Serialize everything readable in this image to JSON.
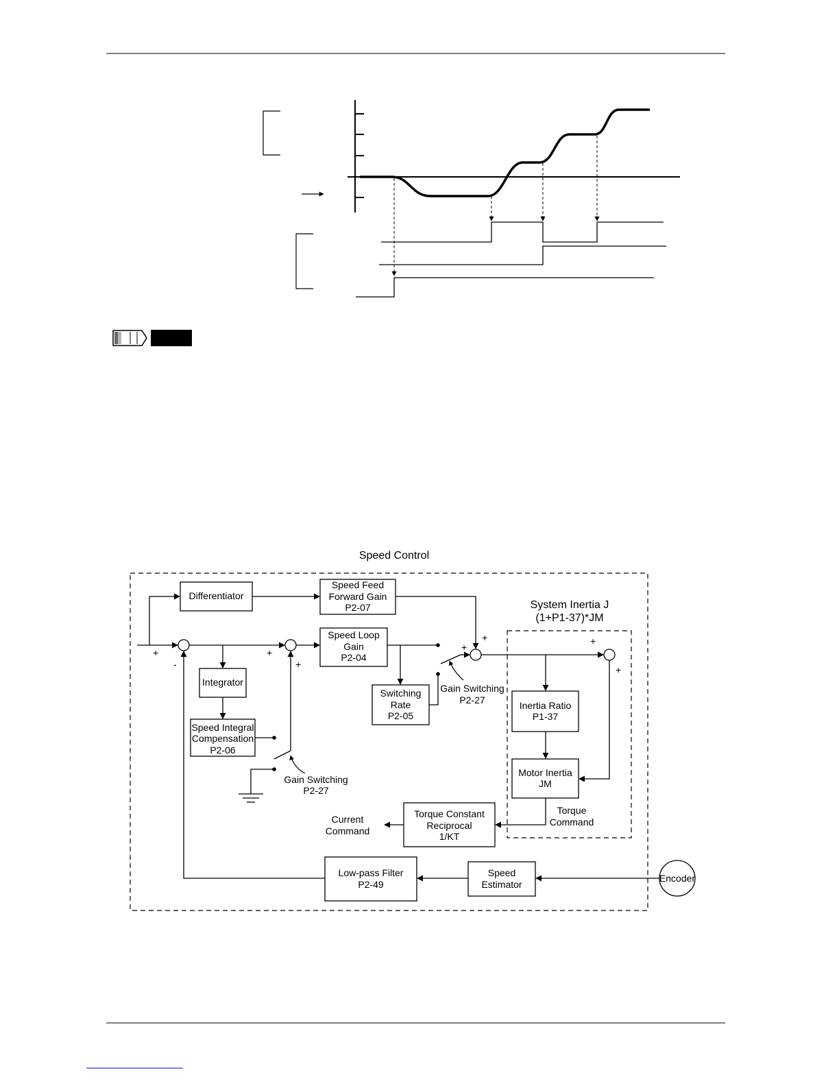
{
  "diagram": {
    "title": "Speed Control",
    "system_inertia": {
      "title_line1": "System Inertia J",
      "title_line2": "(1+P1-37)*JM"
    },
    "blocks": {
      "differentiator": [
        "Differentiator"
      ],
      "feed_forward": [
        "Speed Feed",
        "Forward Gain",
        "P2-07"
      ],
      "speed_loop_gain": [
        "Speed Loop",
        "Gain",
        "P2-04"
      ],
      "integrator": [
        "Integrator"
      ],
      "integral_comp": [
        "Speed Integral",
        "Compensation",
        "P2-06"
      ],
      "switching_rate": [
        "Switching",
        "Rate",
        "P2-05"
      ],
      "inertia_ratio": [
        "Inertia Ratio",
        "P1-37"
      ],
      "motor_inertia": [
        "Motor Inertia",
        "JM"
      ],
      "torque_constant": [
        "Torque Constant",
        "Reciprocal",
        "1/KT"
      ],
      "low_pass": [
        "Low-pass Filter",
        "P2-49"
      ],
      "speed_estimator": [
        "Speed",
        "Estimator"
      ]
    },
    "labels": {
      "gain_switching_upper": [
        "Gain Switching",
        "P2-27"
      ],
      "gain_switching_lower": [
        "Gain Switching",
        "P2-27"
      ],
      "torque_command": [
        "Torque",
        "Command"
      ],
      "current_command": [
        "Current",
        "Command"
      ],
      "encoder": "Encoder"
    },
    "signs": {
      "plus": "+",
      "minus": "-"
    }
  },
  "colors": {
    "line": "#000000",
    "footer_link": "#0000ff"
  }
}
